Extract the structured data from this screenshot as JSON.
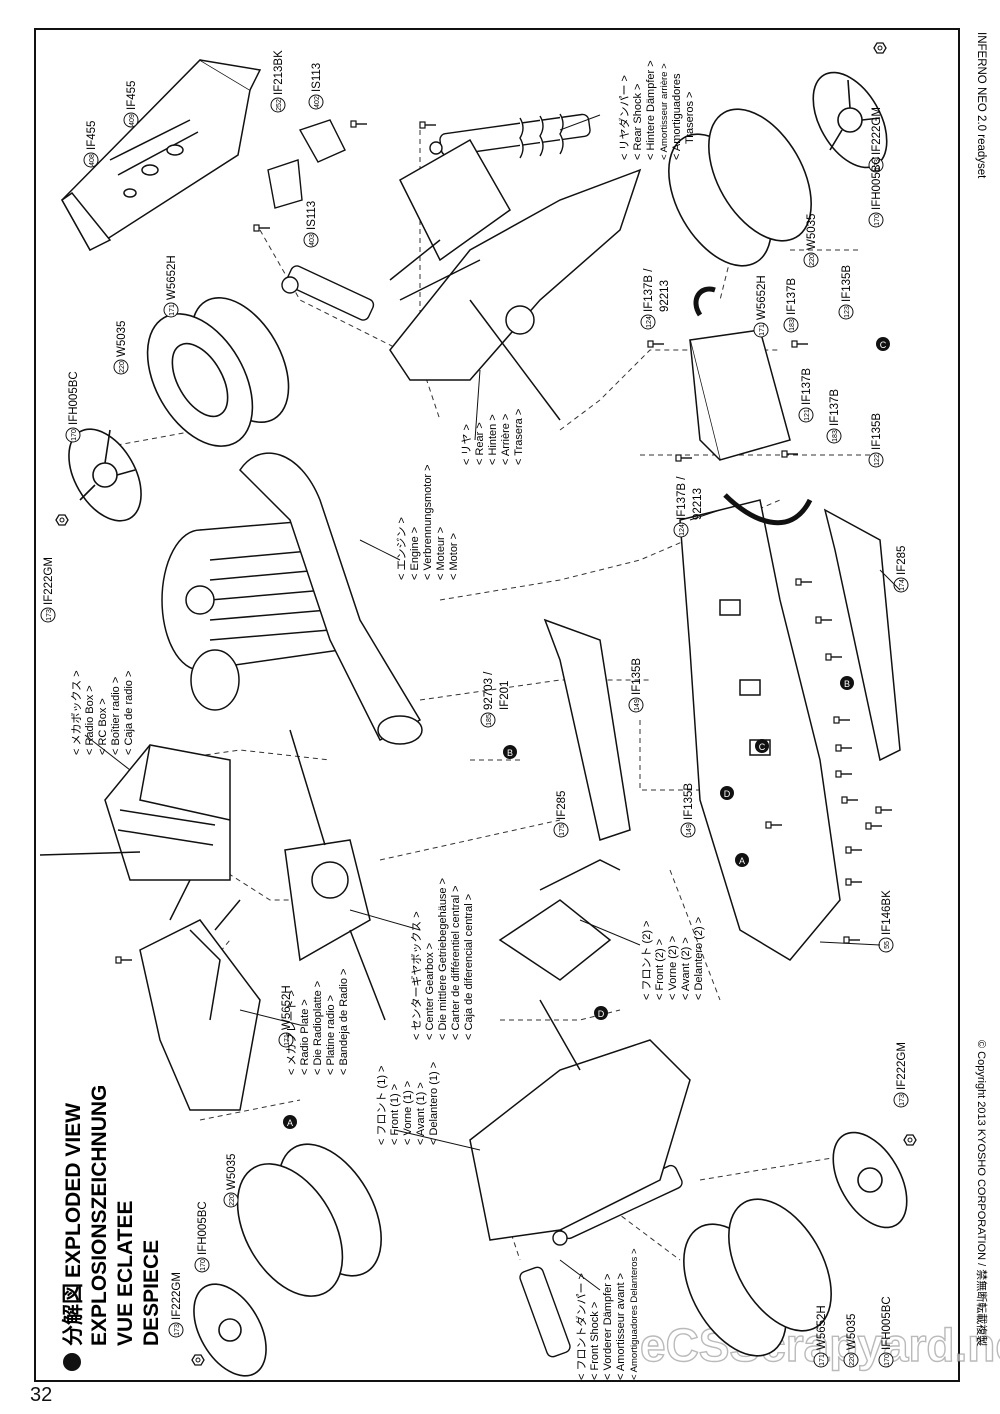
{
  "page": {
    "number": "32",
    "watermark": "eCSScrapyard.net"
  },
  "header": {
    "jp": "分解図",
    "lines": [
      "EXPLODED VIEW",
      "EXPLOSIONSZEICHNUNG",
      "VUE ECLATEE",
      "DESPIECE"
    ]
  },
  "side_title": "INFERNO NEO 2.0 readyset",
  "copyright": "© Copyright 2013 KYOSHO CORPORATION / 禁無断転載複製",
  "parts": {
    "p408": {
      "num": "408",
      "code": "IF455"
    },
    "p409": {
      "num": "409",
      "code": "IF455"
    },
    "p252": {
      "num": "252",
      "code": "IF213BK"
    },
    "p402": {
      "num": "402",
      "code": "IS113"
    },
    "p403": {
      "num": "403",
      "code": "IS113"
    },
    "p171a": {
      "num": "171",
      "code": "W5652H"
    },
    "p220a": {
      "num": "220",
      "code": "W5035"
    },
    "p170a": {
      "num": "170",
      "code": "IFH005BC"
    },
    "p173a": {
      "num": "173",
      "code": "IF222GM"
    },
    "p173b": {
      "num": "173",
      "code": "IF222GM"
    },
    "p170b": {
      "num": "170",
      "code": "IFH005BC"
    },
    "p220b": {
      "num": "220",
      "code": "W5035"
    },
    "p171b": {
      "num": "171",
      "code": "W5652H"
    },
    "p124a": {
      "num": "124",
      "code1": "IF137B /",
      "code2": "92213"
    },
    "p183a": {
      "num": "183",
      "code": "IF137B"
    },
    "p123": {
      "num": "123",
      "code": "IF135B"
    },
    "p121": {
      "num": "121",
      "code": "IF137B"
    },
    "p183b": {
      "num": "183",
      "code": "IF137B"
    },
    "p122": {
      "num": "122",
      "code": "IF135B"
    },
    "p124b": {
      "num": "124",
      "code1": "IF137B /",
      "code2": "92213"
    },
    "p174": {
      "num": "174",
      "code": "IF285"
    },
    "p149a": {
      "num": "149",
      "code": "IF135B"
    },
    "p185": {
      "num": "185",
      "code1": "92703 /",
      "code2": "IF201"
    },
    "p175": {
      "num": "175",
      "code": "IF285"
    },
    "p149b": {
      "num": "149",
      "code": "IF135B"
    },
    "p55": {
      "num": "55",
      "code": "IF146BK"
    },
    "p171c": {
      "num": "171",
      "code": "W5652H"
    },
    "p220c": {
      "num": "220",
      "code": "W5035"
    },
    "p170c": {
      "num": "170",
      "code": "IFH005BC"
    },
    "p173c": {
      "num": "173",
      "code": "IF222GM"
    },
    "p173d": {
      "num": "173",
      "code": "IF222GM"
    },
    "p170d": {
      "num": "170",
      "code": "IFH005BC"
    },
    "p220d": {
      "num": "220",
      "code": "W5035"
    },
    "p171d": {
      "num": "171",
      "code": "W5652H"
    }
  },
  "labels": {
    "rear_shock": [
      "< リヤダンパー >",
      "< Rear Shock >",
      "< Hintere Dämpfer >",
      "< Amortisseur arrière >",
      "< Amortiguadores",
      "Traseros >"
    ],
    "rear": [
      "< リヤ >",
      "< Rear >",
      "< Hinten >",
      "< Arrière >",
      "< Trasera >"
    ],
    "engine": [
      "< エンジン >",
      "< Engine >",
      "< Verbrennungsmotor >",
      "< Moteur >",
      "< Motor >"
    ],
    "radio_box": [
      "< メカボックス >",
      "< Radio Box >",
      "< RC Box >",
      "< Boîtier radio >",
      "< Caja de radio >"
    ],
    "center_gearbox": [
      "< センターギヤボックス >",
      "< Center Gearbox >",
      "< Die mittlere Getriebegehäuse >",
      "< Carter de différentiel central >",
      "< Caja de diferencial central >"
    ],
    "front2": [
      "< フロント (2) >",
      "< Front (2) >",
      "< Vorne (2) >",
      "< Avant (2) >",
      "< Delantero (2) >"
    ],
    "radio_plate": [
      "< メカプレート >",
      "< Radio Plate >",
      "< Die Radioplatte >",
      "< Platine radio >",
      "< Bandeja de Radio >"
    ],
    "front1": [
      "< フロント (1) >",
      "< Front (1) >",
      "< Vorne (1) >",
      "< Avant (1) >",
      "< Delantero (1) >"
    ],
    "front_shock": [
      "< フロントダンパー >",
      "< Front Shock >",
      "< Vorderer Dämpfer >",
      "< Amortisseur avant >",
      "< Amortiguadores Delanteros >"
    ]
  },
  "markers": {
    "A": "A",
    "B": "B",
    "C": "C",
    "D": "D"
  }
}
